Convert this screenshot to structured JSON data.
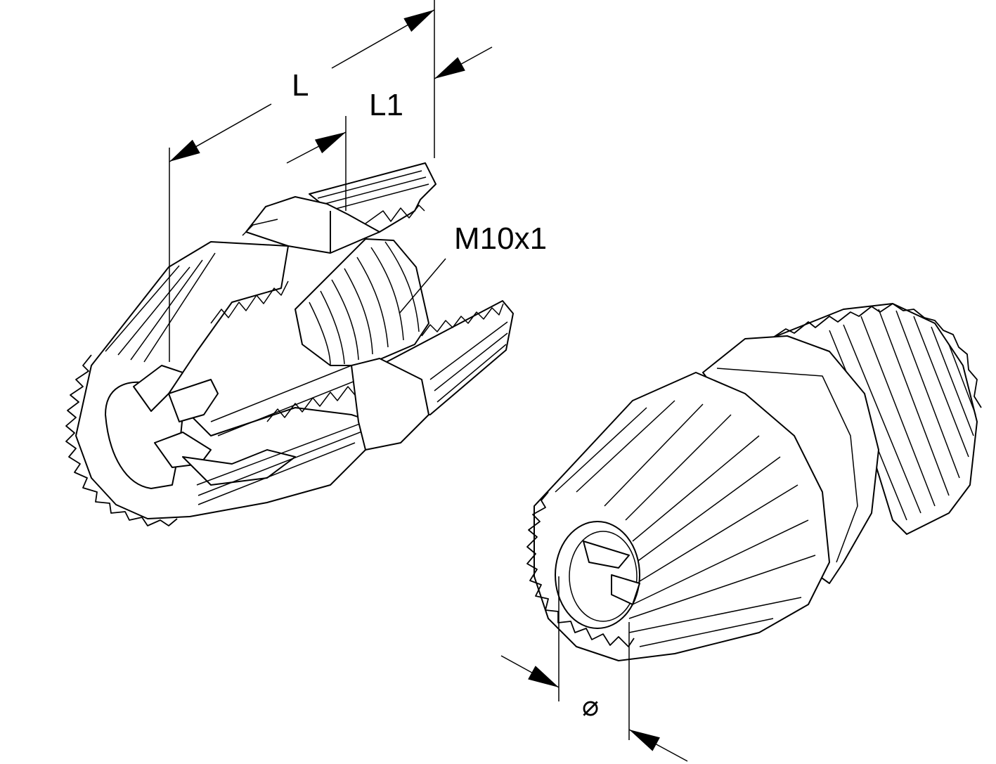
{
  "labels": {
    "length": "L",
    "length1": "L1",
    "thread": "M10x1",
    "diameter": "⌀"
  }
}
